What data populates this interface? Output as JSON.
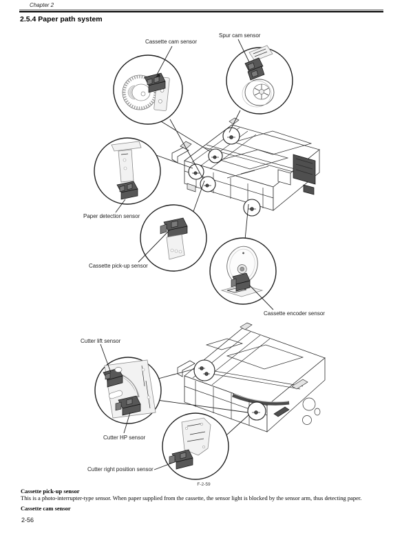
{
  "page": {
    "chapter_header": "Chapter 2",
    "section_title": "2.5.4 Paper path system",
    "page_number": "2-56"
  },
  "figure": {
    "caption": "F-2-59",
    "labels": {
      "cassette_cam": "Cassette cam sensor",
      "spur_cam": "Spur cam sensor",
      "paper_detection": "Paper detection sensor",
      "cassette_pickup": "Cassette pick-up sensor",
      "cassette_encoder": "Cassette encoder sensor",
      "cutter_lift": "Cutter lift sensor",
      "cutter_hp": "Cutter HP sensor",
      "cutter_right": "Cutter right position sensor"
    }
  },
  "body": {
    "heading1": "Cassette pick-up sensor",
    "paragraph1": "This is a photo-interrupter-type sensor. When paper supplied from the cassette, the sensor light is blocked by the sensor arm, thus detecting paper.",
    "heading2": "Cassette cam sensor"
  },
  "colors": {
    "rule": "#000000",
    "line_art": "#2b2b2b",
    "sensor_fill": "#575757"
  }
}
